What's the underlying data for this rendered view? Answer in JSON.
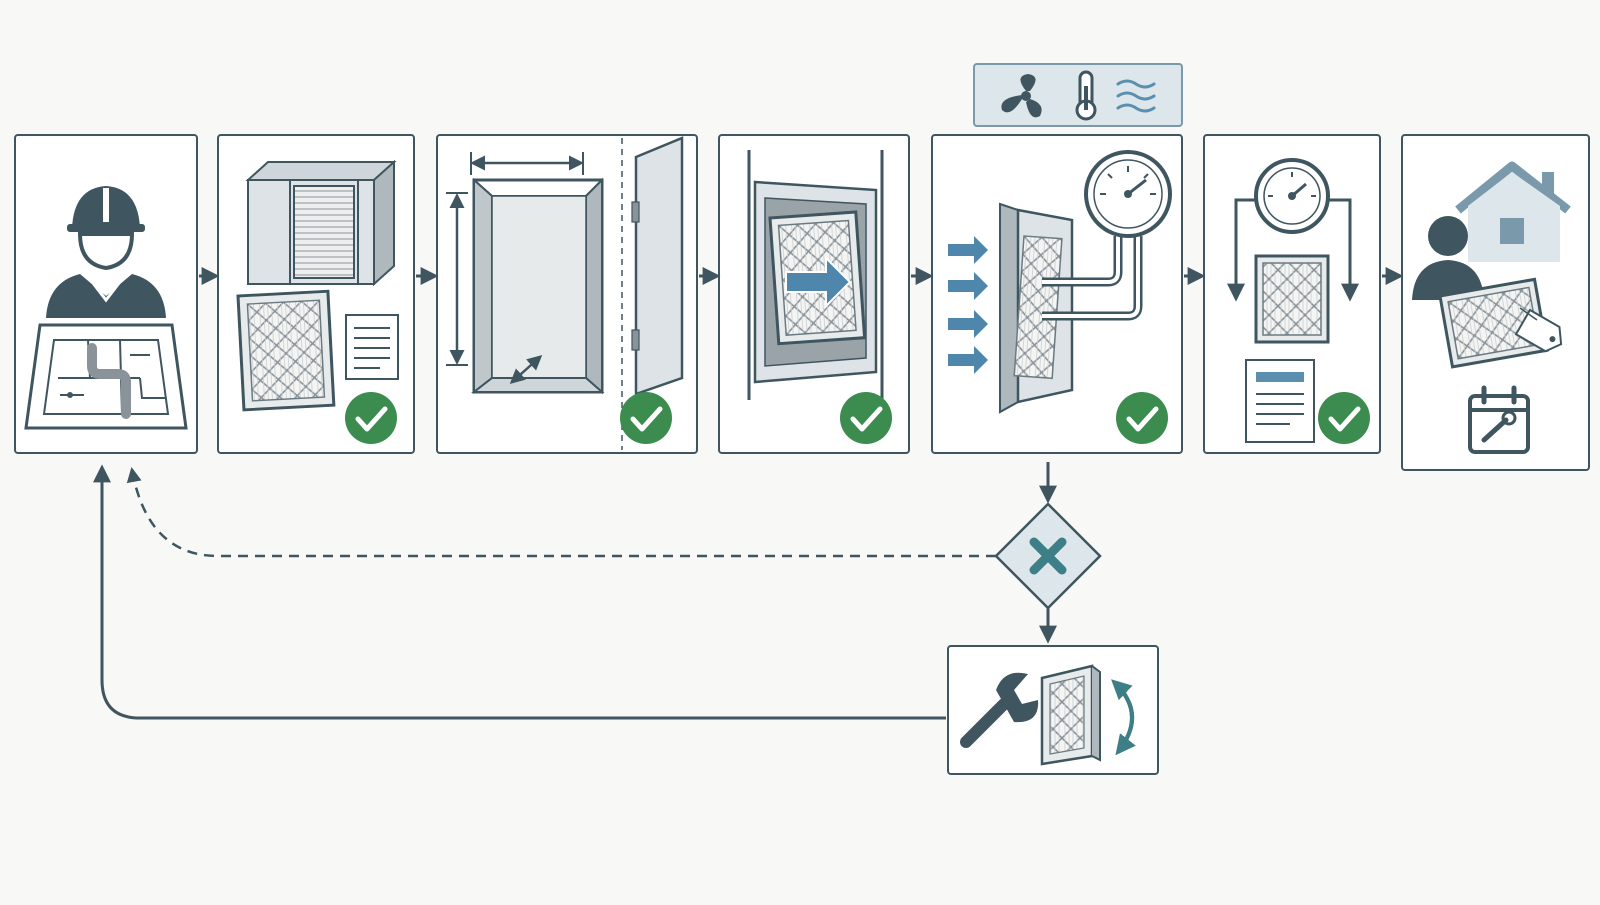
{
  "diagram": {
    "steps": [
      {
        "id": "plan",
        "icon": "engineer-blueprint-icon",
        "checked": false
      },
      {
        "id": "equipment-verify",
        "icon": "air-handler-filter-document-icon",
        "checked": true
      },
      {
        "id": "housing-measure",
        "icon": "filter-housing-measure-icon",
        "checked": true
      },
      {
        "id": "filter-install",
        "icon": "filter-insert-icon",
        "checked": true
      },
      {
        "id": "pressure-test",
        "icon": "airflow-pressure-gauge-icon",
        "checked": true
      },
      {
        "id": "differential-check",
        "icon": "gauge-filter-report-icon",
        "checked": true
      },
      {
        "id": "handover",
        "icon": "customer-home-maintenance-icon",
        "checked": false
      }
    ],
    "conditions": {
      "icons": [
        "fan-icon",
        "thermometer-icon",
        "humidity-icon"
      ]
    },
    "decision": {
      "icon": "fail-x-icon"
    },
    "remedy": {
      "icons": [
        "wrench-icon",
        "filter-icon",
        "replace-rotate-icon"
      ]
    },
    "colors": {
      "stroke": "#3f5560",
      "check": "#3c8c4f",
      "accent": "#5b8fb0",
      "panel": "#dde6ea",
      "tealx": "#3d7f86"
    }
  }
}
